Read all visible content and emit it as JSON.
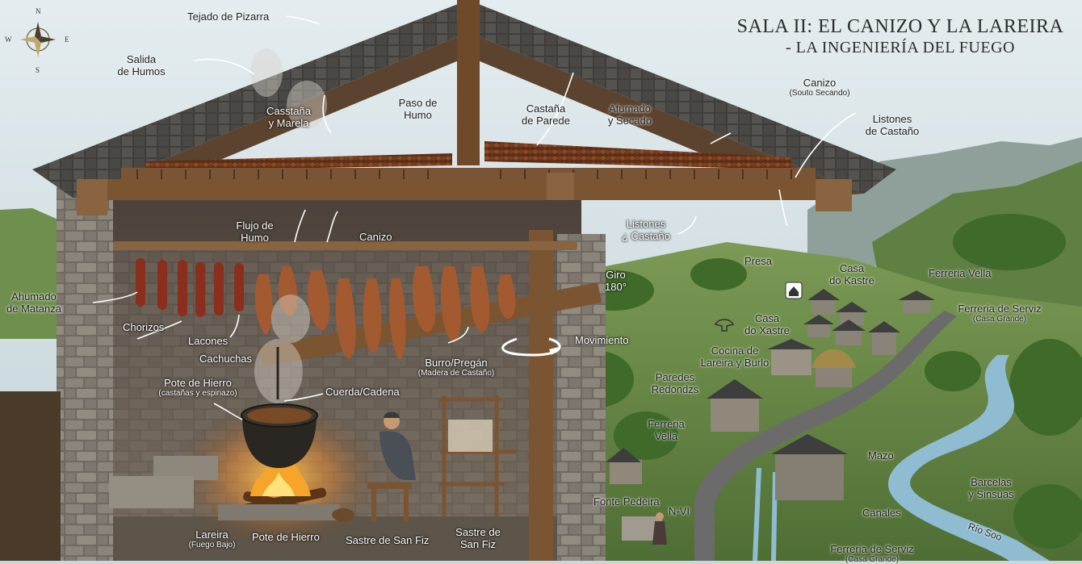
{
  "title": {
    "line1": "SALA II: EL CANIZO Y LA LAREIRA",
    "line2": "- LA INGENIERÍA DEL FUEGO"
  },
  "compass": {
    "n": "N",
    "s": "S",
    "e": "E",
    "w": "W"
  },
  "labels": {
    "tejado": "Tejado de Pizarra",
    "salida_l1": "Salida",
    "salida_l2": "de Humos",
    "casstana_l1": "Casstaña",
    "casstana_l2": "y Marela",
    "paso_l1": "Paso de",
    "paso_l2": "Humo",
    "castana_parede_l1": "Castaña",
    "castana_parede_l2": "de Parede",
    "afumado_l1": "Afumado",
    "afumado_l2": "y Secado",
    "canizo_roof": "Canizo",
    "canizo_roof_sub": "(Souto Secando)",
    "listones_roof_l1": "Listones",
    "listones_roof_l2": "de Castaño",
    "flujo_l1": "Flujo de",
    "flujo_l2": "Humo",
    "canizo_mid": "Canizo",
    "listones_mid_l1": "Listones",
    "listones_mid_l2": "¿ Castaño",
    "giro_l1": "Giro",
    "giro_l2": "180°",
    "movimiento": "Movimiento",
    "ahumado_l1": "Ahumado",
    "ahumado_l2": "de Matanza",
    "chorizos": "Chorizos",
    "lacones": "Lacones",
    "cachuchas": "Cachuchas",
    "burro": "Burro/Pregán",
    "burro_sub": "(Madera de Castaño)",
    "pote_top": "Pote de Hierro",
    "pote_top_sub": "(castañas y espinazo)",
    "cuerda": "Cuerda/Cadena",
    "lareira": "Lareira",
    "lareira_sub": "(Fuego Bajo)",
    "pote_bottom": "Pote de Hierro",
    "sastre_1": "Sastre de San Fiz",
    "sastre_2_l1": "Sastre de",
    "sastre_2_l2": "San Fiz",
    "presa": "Presa",
    "casa_kastre_l1": "Casa",
    "casa_kastre_l2": "do Kastre",
    "casa_xastre_l1": "Casa",
    "casa_xastre_l2": "do Xastre",
    "cocina_l1": "Cocina de",
    "cocina_l2": "Lareira y Burlo",
    "paredes_l1": "Paredes",
    "paredes_l2": "Redondzs",
    "ferreria_vella_mid_l1": "Ferreria",
    "ferreria_vella_mid_l2": "Vella",
    "ferreria_vella_top": "Ferreria Vella",
    "ferreria_serviz_top": "Ferreria de Serviz",
    "ferreria_serviz_top_sub": "(Casa Grande)",
    "fonte": "Fonte Pedeira",
    "nvi": "N-VI",
    "mazo": "Mazo",
    "barcelas_l1": "Barcelas",
    "barcelas_l2": "y Sinsúas",
    "canales": "Canales",
    "ferreria_serviz_bottom": "Ferreria de Serviz",
    "ferreria_serviz_bottom_sub": "(Casa Grande)",
    "rio": "Río Soo"
  }
}
